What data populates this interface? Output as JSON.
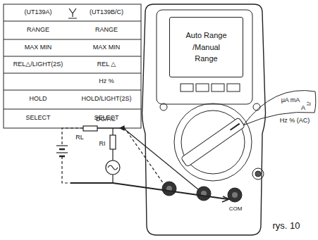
{
  "diagram": {
    "caption": "rys. 10",
    "nodes": [
      {
        "text": [
          "Auto Range /Manual Range"
        ]
      }
    ],
    "labels": [
      "(UT139A)",
      "(UT139B/C)",
      "RANGE",
      "RANGE",
      "MAX MIN",
      "MAX MIN",
      "REL△/LIGHT(2S)",
      "REL △",
      "Hz %",
      "HOLD",
      "HOLD/LIGHT(2S)",
      "SELECT",
      "SELECT",
      "μA mA",
      "A",
      "Hz % (AC)",
      "DC/AC",
      "RL",
      "RI",
      "COM"
    ]
  }
}
